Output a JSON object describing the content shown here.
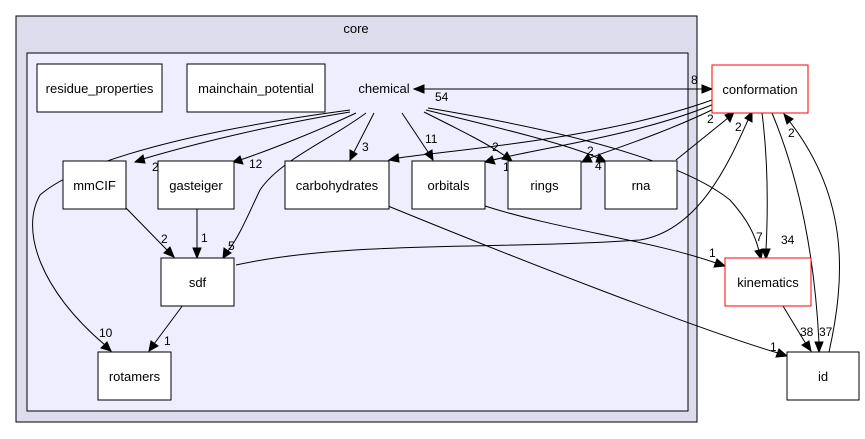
{
  "clusters": {
    "outer": "core"
  },
  "nodes": {
    "residue_properties": "residue_properties",
    "mainchain_potential": "mainchain_potential",
    "chemical": "chemical",
    "mmCIF": "mmCIF",
    "gasteiger": "gasteiger",
    "carbohydrates": "carbohydrates",
    "orbitals": "orbitals",
    "rings": "rings",
    "rna": "rna",
    "sdf": "sdf",
    "rotamers": "rotamers",
    "conformation": "conformation",
    "kinematics": "kinematics",
    "id": "id"
  },
  "edge_labels": {
    "conf_chem": "8",
    "chem_conf": "54",
    "chem_mmcif": "2",
    "chem_gasteiger": "12",
    "chem_carb": "3",
    "chem_orbitals": "11",
    "chem_rings": "2",
    "chem_rna": "4",
    "chem_rotamers": "10",
    "chem_sdf": "5",
    "chem_kin": "7",
    "mmcif_sdf": "2",
    "gasteiger_sdf": "1",
    "sdf_rotamers": "1",
    "conf_carb": "1",
    "conf_orbitals": "1",
    "conf_rings": "2",
    "rna_conf": "2",
    "sdf_conf": "2",
    "orbitals_kin": "1",
    "carb_id": "1",
    "conf_kin": "34",
    "kin_id": "38",
    "conf_id": "2",
    "id_conf": "37"
  },
  "colors": {
    "outer_cluster_fill": "#dcdcec",
    "inner_cluster_fill": "#eeeefe",
    "external_node_border": "#ff0000"
  }
}
